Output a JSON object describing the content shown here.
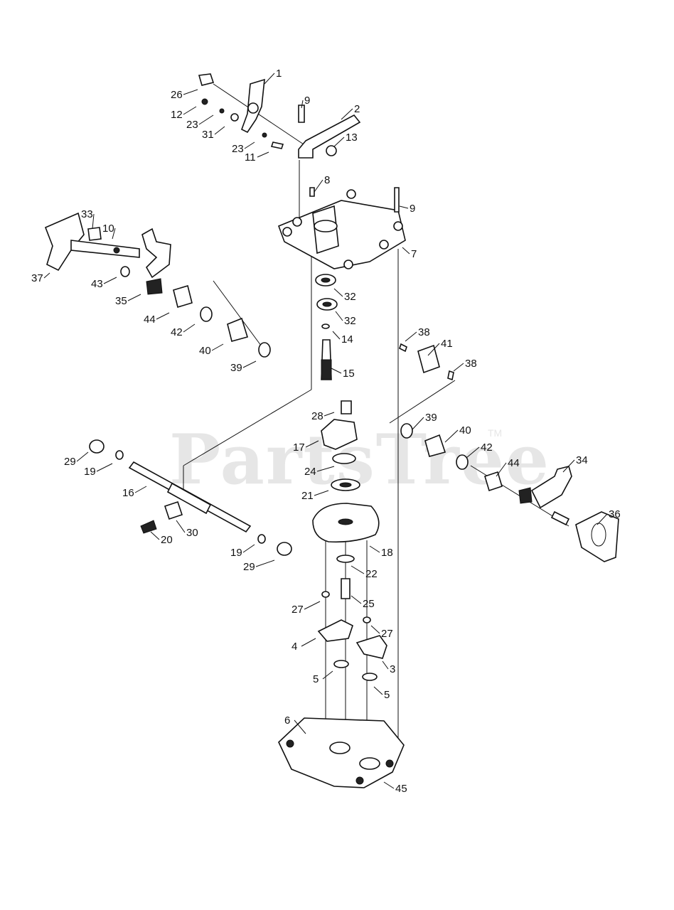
{
  "watermark": {
    "text": "PartsTree",
    "trademark": "TM"
  },
  "callouts": [
    {
      "num": "1"
    },
    {
      "num": "2"
    },
    {
      "num": "9"
    },
    {
      "num": "26"
    },
    {
      "num": "12"
    },
    {
      "num": "23"
    },
    {
      "num": "31"
    },
    {
      "num": "23"
    },
    {
      "num": "11"
    },
    {
      "num": "13"
    },
    {
      "num": "8"
    },
    {
      "num": "9"
    },
    {
      "num": "7"
    },
    {
      "num": "33"
    },
    {
      "num": "10"
    },
    {
      "num": "37"
    },
    {
      "num": "43"
    },
    {
      "num": "35"
    },
    {
      "num": "44"
    },
    {
      "num": "42"
    },
    {
      "num": "40"
    },
    {
      "num": "39"
    },
    {
      "num": "32"
    },
    {
      "num": "32"
    },
    {
      "num": "14"
    },
    {
      "num": "15"
    },
    {
      "num": "38"
    },
    {
      "num": "41"
    },
    {
      "num": "38"
    },
    {
      "num": "28"
    },
    {
      "num": "17"
    },
    {
      "num": "24"
    },
    {
      "num": "21"
    },
    {
      "num": "39"
    },
    {
      "num": "40"
    },
    {
      "num": "42"
    },
    {
      "num": "44"
    },
    {
      "num": "34"
    },
    {
      "num": "36"
    },
    {
      "num": "29"
    },
    {
      "num": "19"
    },
    {
      "num": "16"
    },
    {
      "num": "20"
    },
    {
      "num": "30"
    },
    {
      "num": "19"
    },
    {
      "num": "29"
    },
    {
      "num": "18"
    },
    {
      "num": "22"
    },
    {
      "num": "25"
    },
    {
      "num": "27"
    },
    {
      "num": "27"
    },
    {
      "num": "4"
    },
    {
      "num": "3"
    },
    {
      "num": "5"
    },
    {
      "num": "5"
    },
    {
      "num": "6"
    },
    {
      "num": "45"
    }
  ]
}
